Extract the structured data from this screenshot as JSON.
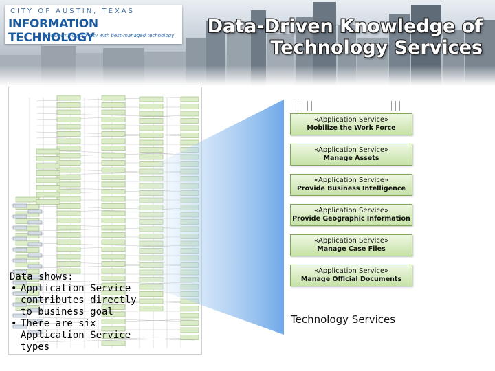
{
  "logo": {
    "city": "CITY OF AUSTIN, TEXAS",
    "department": "INFORMATION TECHNOLOGY",
    "tagline": "Transforming your city with best-managed technology"
  },
  "slide": {
    "title_line1": "Data-Driven Knowledge of",
    "title_line2": "Technology Services"
  },
  "caption": {
    "heading": "Data shows:",
    "bullets": [
      "Application Service contributes directly to business goal",
      "There are six Application Service types"
    ]
  },
  "technology_services": {
    "stereotype": "«Application Service»",
    "items": [
      "Mobilize the Work Force",
      "Manage Assets",
      "Provide Business Intelligence",
      "Provide Geographic Information",
      "Manage Case Files",
      "Manage Official Documents"
    ],
    "footer_label": "Technology Services"
  },
  "colors": {
    "service_box_fill": "#c7e2a8",
    "service_box_border": "#7fa65a",
    "zoom_wedge": "#6fa8e8",
    "logo_blue": "#1c5aa0",
    "diagram_box_fill": "#dcecc8"
  }
}
